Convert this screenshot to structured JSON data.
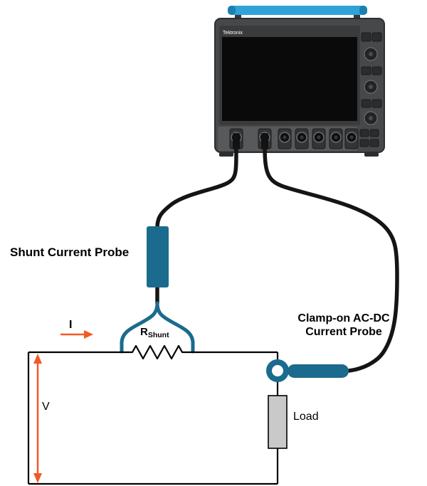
{
  "colors": {
    "probe_teal": "#1a6b8d",
    "scope_handle_blue": "#2fa3d8",
    "scope_handle_cap": "#1d7fae",
    "arrow_orange": "#f15a24",
    "cable_black": "#151515",
    "circuit_black": "#000000",
    "load_fill": "#c9c9c9",
    "scope_body": "#47484a",
    "scope_bezel": "#3a3b3d",
    "scope_screen": "#0a0a0b"
  },
  "oscilloscope": {
    "brand": "Tektronix"
  },
  "labels": {
    "shunt_probe": "Shunt Current Probe",
    "clamp_probe_line1": "Clamp-on AC-DC",
    "clamp_probe_line2": "Current Probe",
    "resistor_symbol": "R",
    "resistor_subscript": "Shunt",
    "load": "Load",
    "current": "I",
    "voltage": "V"
  }
}
